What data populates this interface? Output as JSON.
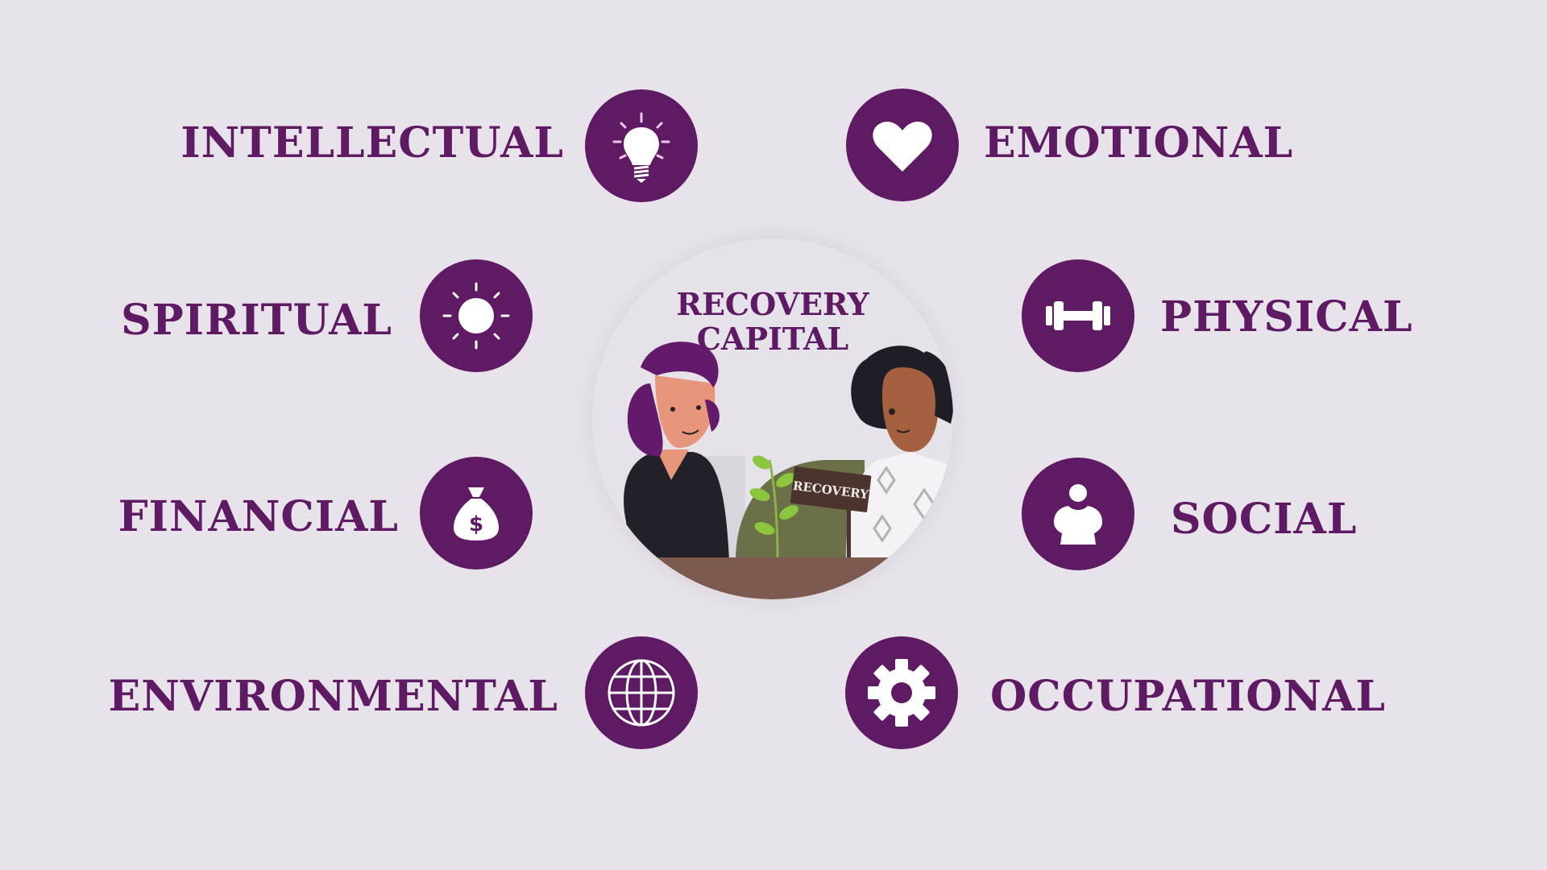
{
  "center": {
    "title_line1": "RECOVERY",
    "title_line2": "CAPITAL",
    "sign_text": "RECOVERY"
  },
  "categories": [
    {
      "label": "INTELLECTUAL",
      "icon": "lightbulb-icon"
    },
    {
      "label": "EMOTIONAL",
      "icon": "heart-icon"
    },
    {
      "label": "SPIRITUAL",
      "icon": "sun-icon"
    },
    {
      "label": "PHYSICAL",
      "icon": "dumbbell-icon"
    },
    {
      "label": "FINANCIAL",
      "icon": "money-bag-icon"
    },
    {
      "label": "SOCIAL",
      "icon": "person-icon"
    },
    {
      "label": "ENVIRONMENTAL",
      "icon": "globe-icon"
    },
    {
      "label": "OCCUPATIONAL",
      "icon": "gear-icon"
    }
  ],
  "colors": {
    "accent": "#5e1a62",
    "background": "#e8e3ea",
    "icon_glyph": "#ffffff"
  }
}
